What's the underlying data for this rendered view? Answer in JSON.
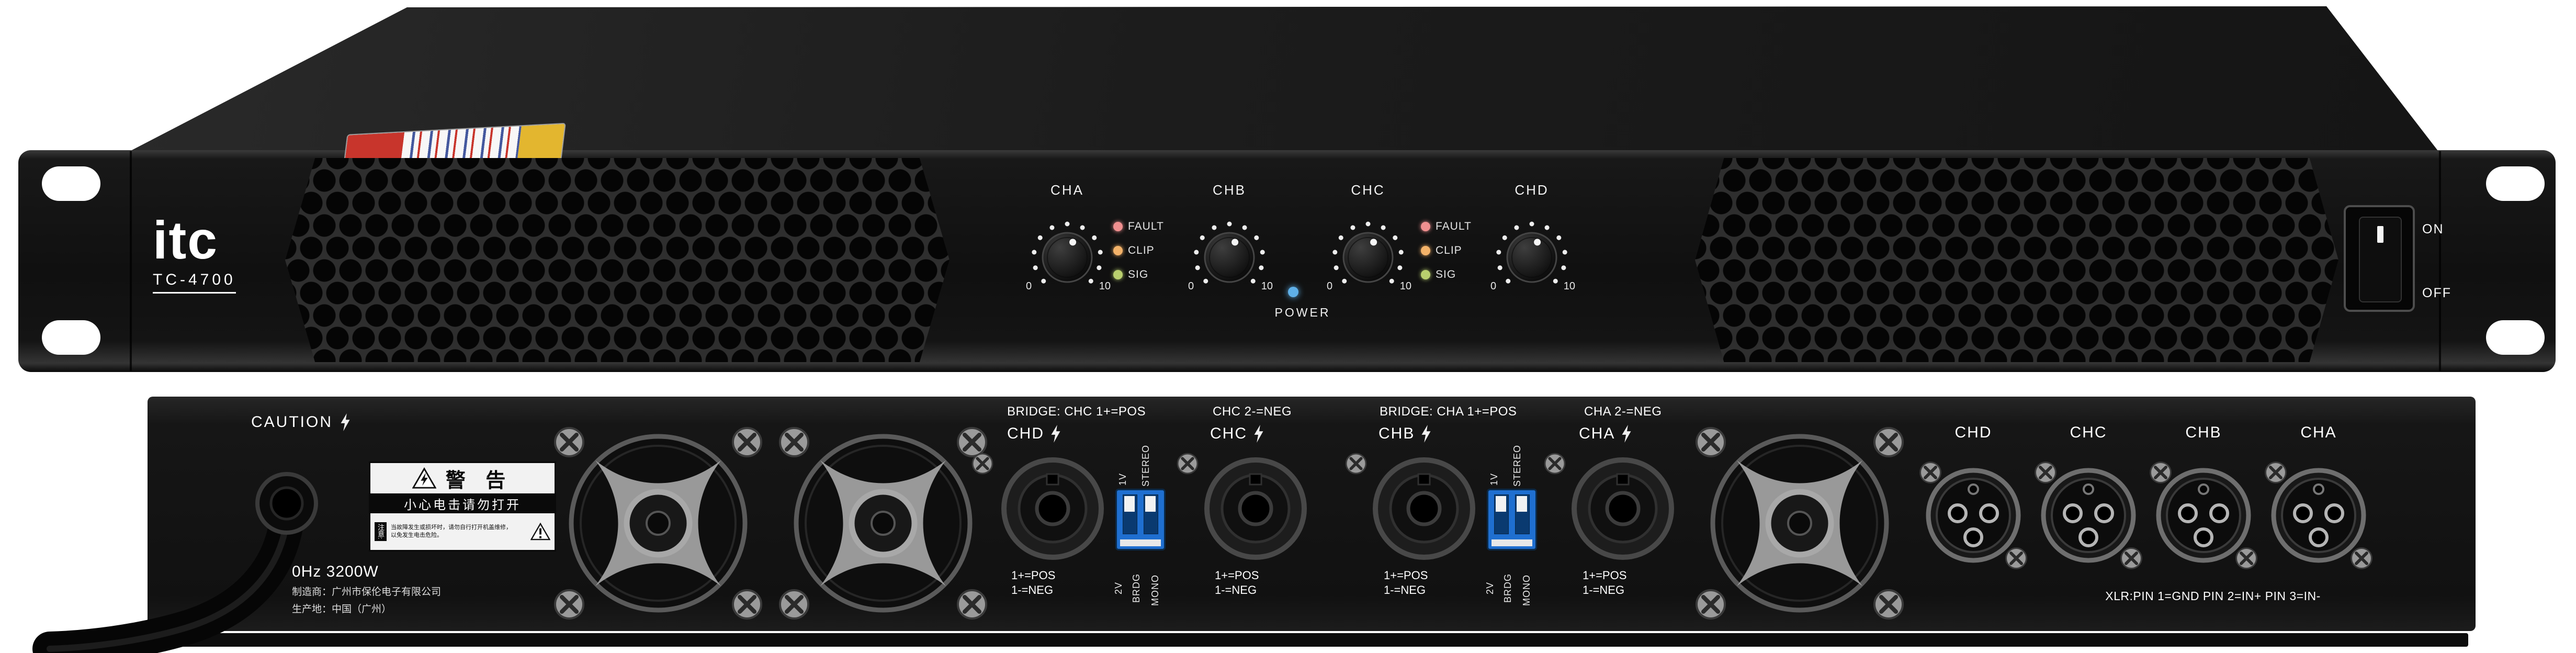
{
  "front": {
    "brand": "itc",
    "model": "TC-4700",
    "channels": [
      {
        "label": "CHA"
      },
      {
        "label": "CHB"
      },
      {
        "label": "CHC"
      },
      {
        "label": "CHD"
      }
    ],
    "knob_scale": {
      "min": "0",
      "max": "10"
    },
    "leds": {
      "fault": "FAULT",
      "clip": "CLIP",
      "sig": "SIG"
    },
    "power_label": "POWER",
    "switch": {
      "on": "ON",
      "off": "OFF"
    },
    "colors": {
      "fault_led": "#f08f8f",
      "clip_led": "#f3b269",
      "sig_led": "#b9cf6e",
      "power_led": "#5fb0e8",
      "dip_switch": "#1f6fd0"
    }
  },
  "rear": {
    "caution": "CAUTION",
    "power_rating": "0Hz 3200W",
    "maker_line1": "制造商：广州市保伦电子有限公司",
    "maker_line2": "生产地：中国（广州）",
    "warning": {
      "title": "警 告",
      "strip": "小心电击请勿打开",
      "note_label": "注意:",
      "note_line1": "当故障发生或损坏时，请勿自行打开机盖维修，",
      "note_line2": "以免发生电击危险。"
    },
    "bridge_row1_left": "BRIDGE: CHC 1+=POS",
    "bridge_row1_right": "CHC 2-=NEG",
    "bridge_row2_left": "BRIDGE: CHA 1+=POS",
    "bridge_row2_right": "CHA 2-=NEG",
    "speakons": [
      {
        "label": "CHD",
        "pos": "1+=POS",
        "neg": "1-=NEG"
      },
      {
        "label": "CHC",
        "pos": "1+=POS",
        "neg": "1-=NEG"
      },
      {
        "label": "CHB",
        "pos": "1+=POS",
        "neg": "1-=NEG"
      },
      {
        "label": "CHA",
        "pos": "1+=POS",
        "neg": "1-=NEG"
      }
    ],
    "dip_top_labels": [
      "1V",
      "STEREO"
    ],
    "dip_bottom_labels": [
      "2V",
      "BRDG",
      "MONO"
    ],
    "xlrs": [
      {
        "label": "CHD"
      },
      {
        "label": "CHC"
      },
      {
        "label": "CHB"
      },
      {
        "label": "CHA"
      }
    ],
    "xlr_note": "XLR:PIN 1=GND PIN 2=IN+ PIN 3=IN-"
  }
}
